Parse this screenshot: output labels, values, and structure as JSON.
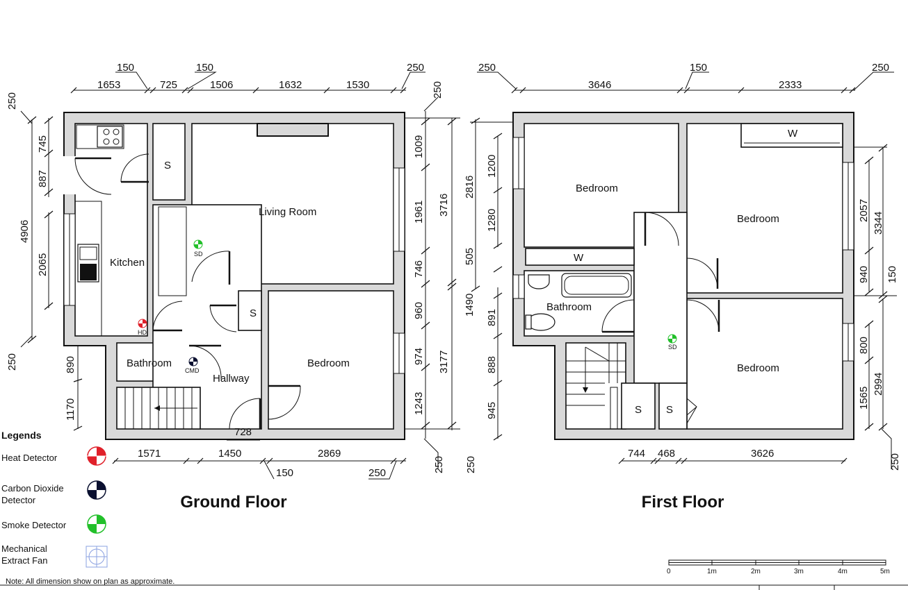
{
  "titles": {
    "ground": "Ground Floor",
    "first": "First Floor"
  },
  "rooms": {
    "kitchen": "Kitchen",
    "living_room": "Living Room",
    "bathroom_ground": "Bathroom",
    "hallway": "Hallway",
    "bedroom_ground": "Bedroom",
    "store_1": "S",
    "store_2": "S",
    "bedroom_first_1": "Bedroom",
    "bedroom_first_2": "Bedroom",
    "bedroom_first_3": "Bedroom",
    "bathroom_first": "Bathroom",
    "wardrobe_1": "W",
    "wardrobe_2": "W",
    "store_3": "S",
    "store_4": "S"
  },
  "symbols": {
    "sd_ground": "SD",
    "hd_ground": "HD",
    "cmd_ground": "CMD",
    "sd_first": "SD"
  },
  "dims_ground": {
    "top_outer_1": "150",
    "top_outer_2": "150",
    "top_outer_3": "250",
    "top_1": "1653",
    "top_2": "725",
    "top_3": "1506",
    "top_4": "1632",
    "top_5": "1530",
    "right_top": "250",
    "left_top": "250",
    "left_1": "745",
    "left_2": "887",
    "left_total": "4906",
    "left_3": "2065",
    "left_bottom": "250",
    "left_low_1": "890",
    "left_low_2": "1170",
    "right_1": "1009",
    "right_2": "1961",
    "right_3": "746",
    "right_4": "960",
    "right_5": "974",
    "right_6": "1243",
    "right_total_1": "3716",
    "right_total_2": "3177",
    "bottom_1": "1571",
    "bottom_2": "1450",
    "bottom_door": "728",
    "bottom_3": "2869",
    "bottom_outer_1": "150",
    "bottom_outer_2": "250",
    "bottom_right": "250"
  },
  "dims_first": {
    "top_outer_1": "250",
    "top_outer_2": "150",
    "top_outer_3": "250",
    "top_1": "3646",
    "top_2": "2333",
    "left_1": "2816",
    "left_2": "1200",
    "left_3": "1280",
    "left_4": "505",
    "left_5": "1490",
    "left_6": "891",
    "left_7": "888",
    "left_8": "945",
    "left_bottom": "250",
    "right_1": "2057",
    "right_2": "3344",
    "right_3": "940",
    "right_4": "150",
    "right_5": "800",
    "right_6": "2994",
    "right_7": "1565",
    "right_bottom": "250",
    "bottom_1": "744",
    "bottom_2": "468",
    "bottom_3": "3626"
  },
  "legend": {
    "heading": "Legends",
    "items": [
      {
        "label": "Heat Detector",
        "icon": "heat-detector-icon",
        "color": "#e0202a"
      },
      {
        "label": "Carbon Dioxide\nDetector",
        "icon": "carbon-dioxide-detector-icon",
        "color": "#0a1030"
      },
      {
        "label": "Smoke Detector",
        "icon": "smoke-detector-icon",
        "color": "#22c02a"
      },
      {
        "label": "Mechanical\nExtract Fan",
        "icon": "extract-fan-icon",
        "color": "#8aa0e0"
      }
    ]
  },
  "note": "Note: All dimension show on plan as approximate.",
  "scale": {
    "labels": [
      "0",
      "1m",
      "2m",
      "3m",
      "4m",
      "5m"
    ]
  }
}
